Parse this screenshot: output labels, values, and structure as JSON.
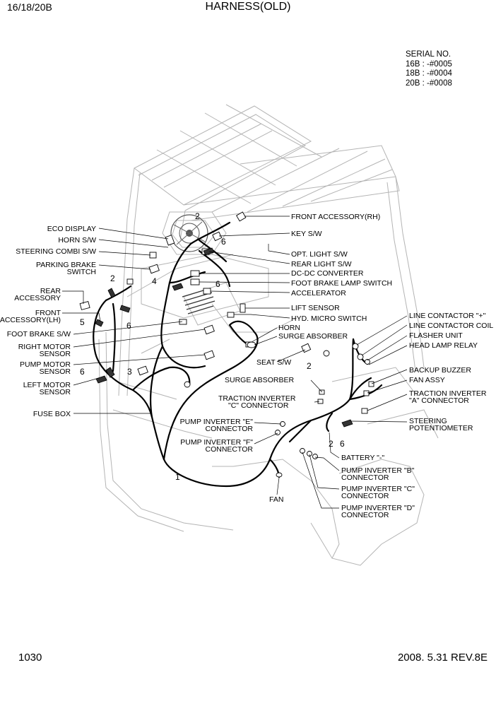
{
  "header": {
    "model": "16/18/20B",
    "title": "HARNESS(OLD)"
  },
  "serial": {
    "heading": "SERIAL NO.",
    "lines": [
      "16B : -#0005",
      "18B : -#0004",
      "20B : -#0008"
    ]
  },
  "footer": {
    "page": "1030",
    "revision": "2008. 5.31  REV.8E"
  },
  "callouts": {
    "eco_display": "ECO DISPLAY",
    "horn_sw": "HORN S/W",
    "steering_combi_sw": "STEERING COMBI S/W",
    "parking_brake_1": "PARKING BRAKE",
    "parking_brake_2": "SWITCH",
    "rear_accessory_1": "REAR",
    "rear_accessory_2": "ACCESSORY",
    "front_accessory_lh_1": "FRONT",
    "front_accessory_lh_2": "ACCESSORY(LH)",
    "foot_brake_sw": "FOOT BRAKE S/W",
    "right_motor_1": "RIGHT MOTOR",
    "right_motor_2": "SENSOR",
    "pump_motor_1": "PUMP MOTOR",
    "pump_motor_2": "SENSOR",
    "left_motor_1": "LEFT MOTOR",
    "left_motor_2": "SENSOR",
    "fuse_box": "FUSE BOX",
    "front_accessory_rh": "FRONT ACCESSORY(RH)",
    "key_sw": "KEY S/W",
    "opt_light_sw": "OPT. LIGHT S/W",
    "rear_light_sw": "REAR LIGHT S/W",
    "dc_dc_converter": "DC-DC CONVERTER",
    "foot_brake_lamp_switch": "FOOT BRAKE LAMP SWITCH",
    "accelerator": "ACCELERATOR",
    "lift_sensor": "LIFT SENSOR",
    "hyd_micro_switch": "HYD. MICRO SWITCH",
    "horn": "HORN",
    "surge_absorber_top": "SURGE ABSORBER",
    "seat_sw": "SEAT S/W",
    "surge_absorber_mid": "SURGE ABSORBER",
    "traction_inverter_c_1": "TRACTION INVERTER",
    "traction_inverter_c_2": "\"C\" CONNECTOR",
    "pump_inverter_e_1": "PUMP INVERTER \"E\"",
    "pump_inverter_e_2": "CONNECTOR",
    "pump_inverter_f_1": "PUMP INVERTER \"F\"",
    "pump_inverter_f_2": "CONNECTOR",
    "line_contactor_plus": "LINE CONTACTOR \"+\"",
    "line_contactor_coil": "LINE CONTACTOR COIL",
    "flasher_unit": "FLASHER UNIT",
    "head_lamp_relay": "HEAD LAMP RELAY",
    "backup_buzzer": "BACKUP BUZZER",
    "fan_assy": "FAN ASSY",
    "traction_inverter_a_1": "TRACTION INVERTER",
    "traction_inverter_a_2": "\"A\" CONNECTOR",
    "steering_pot_1": "STEERING",
    "steering_pot_2": "POTENTIOMETER",
    "battery_minus": "BATTERY \"-\"",
    "pump_inverter_b_1": "PUMP INVERTER \"B\"",
    "pump_inverter_b_2": "CONNECTOR",
    "pump_inverter_c_1": "PUMP INVERTER \"C\"",
    "pump_inverter_c_2": "CONNECTOR",
    "pump_inverter_d_1": "PUMP INVERTER \"D\"",
    "pump_inverter_d_2": "CONNECTOR",
    "fan": "FAN"
  },
  "part_numbers": {
    "n1": "1",
    "n2_top": "2",
    "n2_left": "2",
    "n2_seat": "2",
    "n2_right": "2",
    "n3": "3",
    "n4": "4",
    "n5": "5",
    "n6_top": "6",
    "n6_mid": "6",
    "n6_left": "6",
    "n6_bottom": "6",
    "n6_right": "6"
  }
}
